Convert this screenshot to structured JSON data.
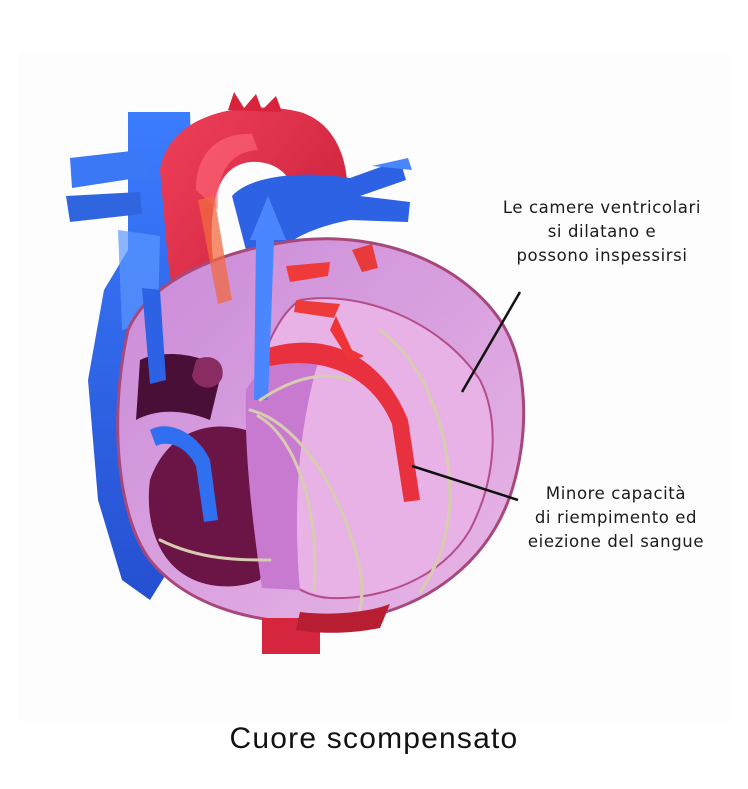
{
  "diagram": {
    "annotation_dilation": [
      "Le camere ventricolari",
      "si dilatano e",
      "possono inspessirsi"
    ],
    "annotation_capacity": [
      "Minore capacità",
      "di riempimento ed",
      "eiezione del sangue"
    ],
    "caption": "Cuore scompensato"
  },
  "colors": {
    "vein_blue": "#2f6ff0",
    "artery_red": "#e2263a",
    "myocardium_pink": "#d9a6e0",
    "ventricle_dark": "#6b1446",
    "nerve_cream": "#d8ccb0"
  }
}
